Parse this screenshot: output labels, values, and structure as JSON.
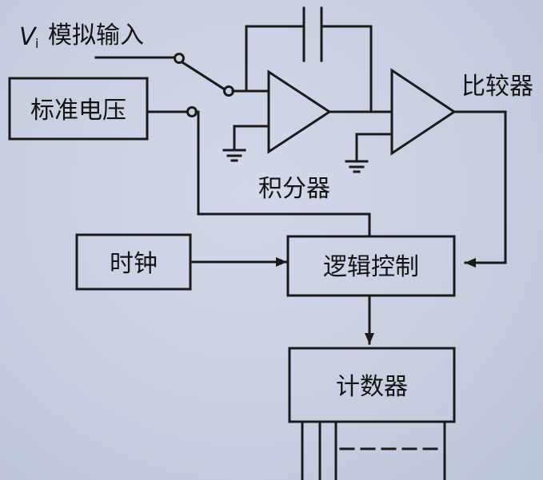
{
  "labels": {
    "vi_symbol": "V",
    "vi_subscript": "i",
    "analog_input": "模拟输入",
    "reference_voltage": "标准电压",
    "integrator": "积分器",
    "comparator": "比较器",
    "clock": "时钟",
    "logic_control": "逻辑控制",
    "counter": "计数器"
  },
  "colors": {
    "line": "#1a1a1a",
    "background": "#c9d0e2"
  }
}
